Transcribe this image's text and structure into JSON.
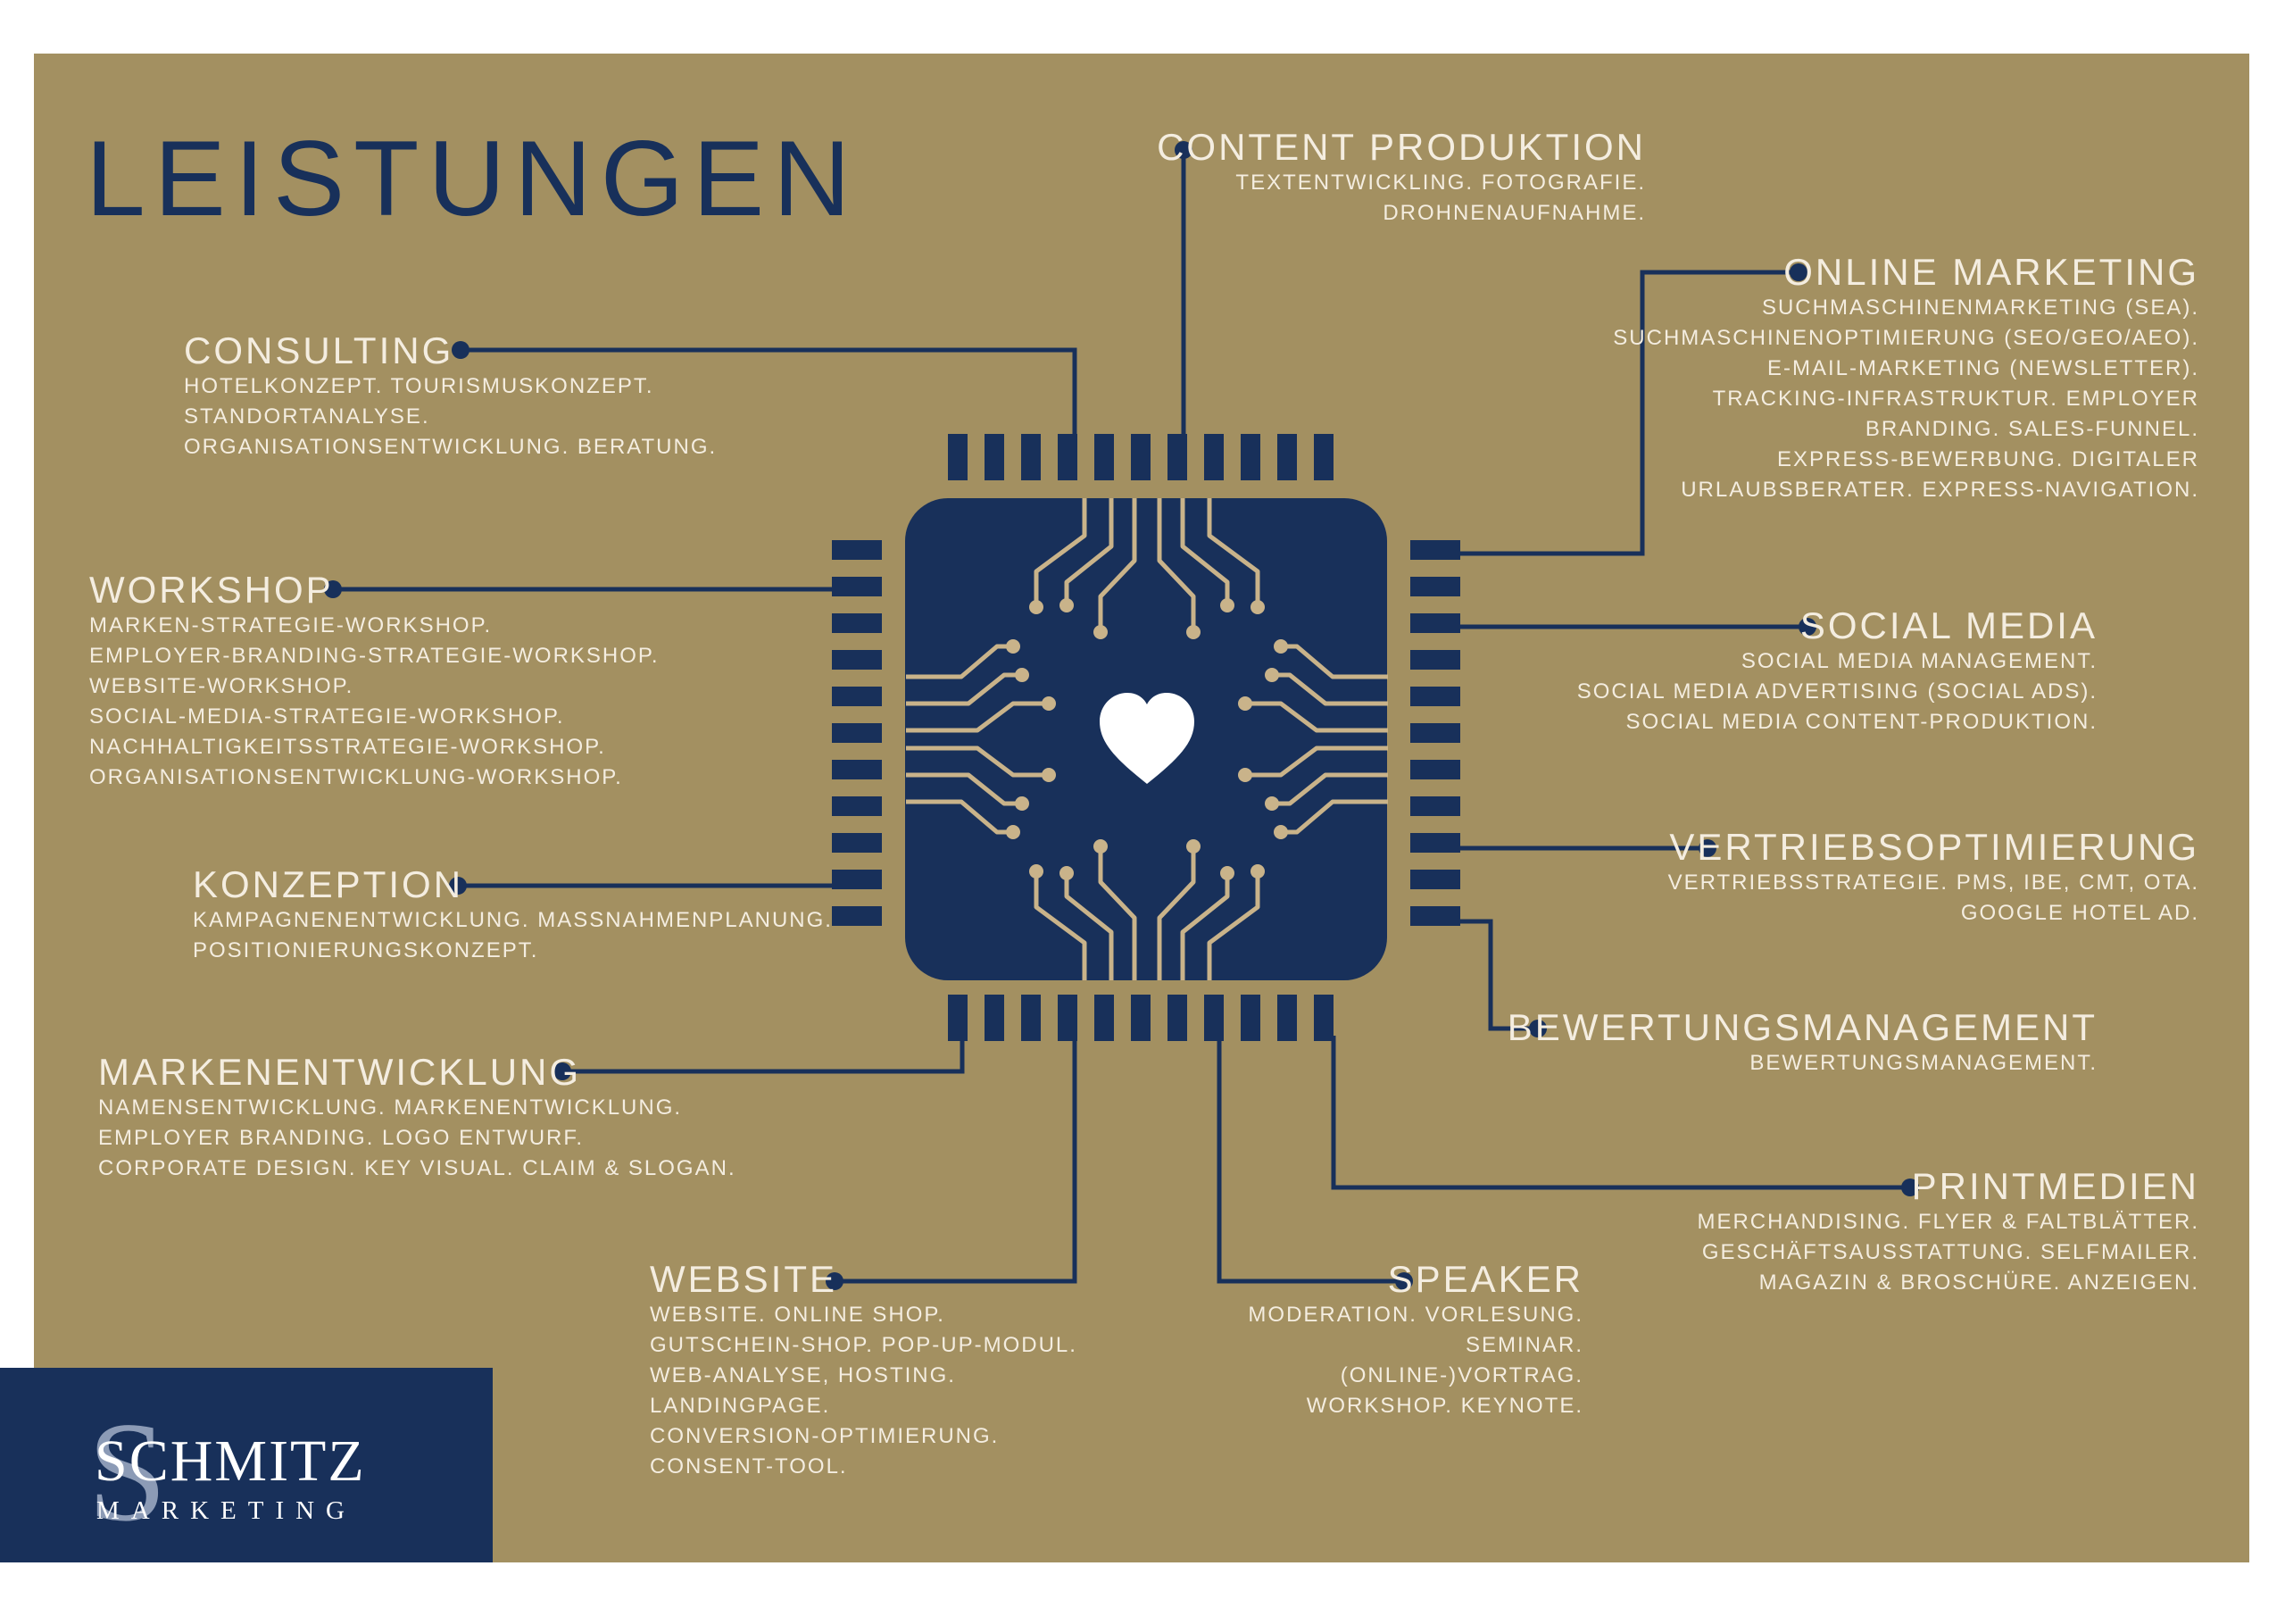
{
  "title": "LEISTUNGEN",
  "colors": {
    "background": "#a39061",
    "navy": "#18305a",
    "text": "#f4ede0",
    "trace": "#c9b38a"
  },
  "services": {
    "content": {
      "heading": "CONTENT PRODUKTION",
      "lines": [
        "TEXTENTWICKLING. FOTOGRAFIE.",
        "DROHNENAUFNAHME."
      ]
    },
    "online": {
      "heading": "ONLINE MARKETING",
      "lines": [
        "SUCHMASCHINENMARKETING (SEA).",
        "SUCHMASCHINENOPTIMIERUNG (SEO/GEO/AEO).",
        "E-MAIL-MARKETING (NEWSLETTER).",
        "TRACKING-INFRASTRUKTUR. EMPLOYER",
        "BRANDING. SALES-FUNNEL.",
        "EXPRESS-BEWERBUNG. DIGITALER",
        "URLAUBSBERATER. EXPRESS-NAVIGATION."
      ]
    },
    "consulting": {
      "heading": "CONSULTING",
      "lines": [
        "HOTELKONZEPT. TOURISMUSKONZEPT.",
        "STANDORTANALYSE.",
        "ORGANISATIONSENTWICKLUNG. BERATUNG."
      ]
    },
    "workshop": {
      "heading": "WORKSHOP",
      "lines": [
        "MARKEN-STRATEGIE-WORKSHOP.",
        "EMPLOYER-BRANDING-STRATEGIE-WORKSHOP.",
        "WEBSITE-WORKSHOP.",
        "SOCIAL-MEDIA-STRATEGIE-WORKSHOP.",
        "NACHHALTIGKEITSSTRATEGIE-WORKSHOP.",
        "ORGANISATIONSENTWICKLUNG-WORKSHOP."
      ]
    },
    "social": {
      "heading": "SOCIAL MEDIA",
      "lines": [
        "SOCIAL MEDIA MANAGEMENT.",
        "SOCIAL MEDIA ADVERTISING (SOCIAL ADS).",
        "SOCIAL MEDIA CONTENT-PRODUKTION."
      ]
    },
    "konzeption": {
      "heading": "KONZEPTION",
      "lines": [
        "KAMPAGNENENTWICKLUNG. MASSNAHMENPLANUNG.",
        "POSITIONIERUNGSKONZEPT."
      ]
    },
    "vertrieb": {
      "heading": "VERTRIEBSOPTIMIERUNG",
      "lines": [
        "VERTRIEBSSTRATEGIE. PMS, IBE, CMT, OTA.",
        "GOOGLE HOTEL AD."
      ]
    },
    "bewertung": {
      "heading": "BEWERTUNGSMANAGEMENT",
      "lines": [
        "BEWERTUNGSMANAGEMENT."
      ]
    },
    "marken": {
      "heading": "MARKENENTWICKLUNG",
      "lines": [
        "NAMENSENTWICKLUNG. MARKENENTWICKLUNG.",
        "EMPLOYER BRANDING. LOGO ENTWURF.",
        "CORPORATE DESIGN. KEY VISUAL. CLAIM & SLOGAN."
      ]
    },
    "print": {
      "heading": "PRINTMEDIEN",
      "lines": [
        "MERCHANDISING. FLYER & FALTBLÄTTER.",
        "GESCHÄFTSAUSSTATTUNG. SELFMAILER.",
        "MAGAZIN & BROSCHÜRE. ANZEIGEN."
      ]
    },
    "website": {
      "heading": "WEBSITE",
      "lines": [
        "WEBSITE. ONLINE SHOP.",
        "GUTSCHEIN-SHOP. POP-UP-MODUL.",
        "WEB-ANALYSE, HOSTING.",
        "LANDINGPAGE.",
        "CONVERSION-OPTIMIERUNG.",
        "CONSENT-TOOL."
      ]
    },
    "speaker": {
      "heading": "SPEAKER",
      "lines": [
        "MODERATION. VORLESUNG.",
        "SEMINAR.",
        "(ONLINE-)VORTRAG.",
        "WORKSHOP. KEYNOTE."
      ]
    }
  },
  "logo": {
    "mark": "S",
    "brand": "SCHMITZ",
    "subline": "MARKETING"
  },
  "icons": {
    "center": "heart-icon"
  }
}
